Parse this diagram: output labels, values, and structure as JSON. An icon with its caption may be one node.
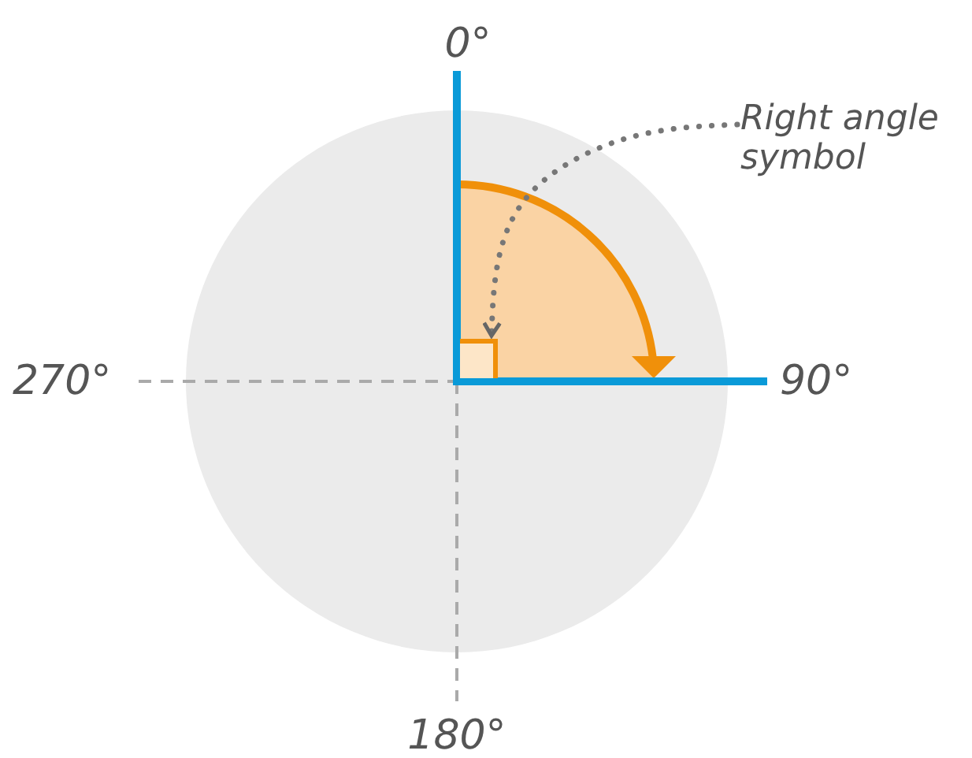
{
  "diagram": {
    "nodes": [
      {
        "text": [
          "Right angle symbol"
        ]
      },
      {
        "text": [],
        "shape": "box"
      }
    ],
    "edges": [
      {
        "from": 0,
        "to": 1,
        "arrow": "to",
        "style": "dashed"
      }
    ],
    "labels": [
      "0°",
      "270°",
      "90°",
      "180°"
    ]
  }
}
